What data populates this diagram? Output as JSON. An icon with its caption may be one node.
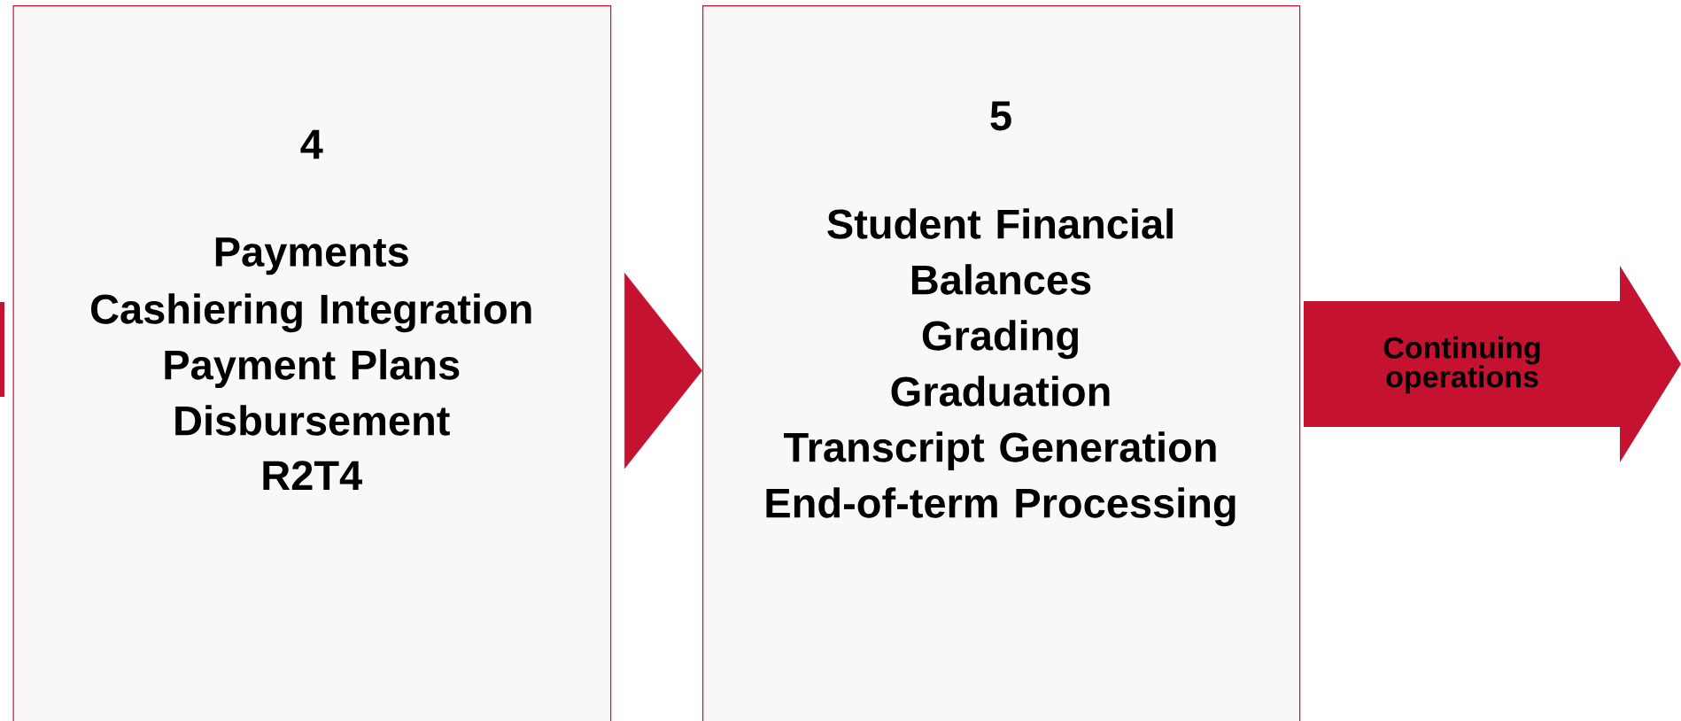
{
  "diagram": {
    "nodes": [
      {
        "text": [
          "4",
          "Payments",
          "Cashiering Integration",
          "Payment Plans",
          "Disbursement",
          "R2T4"
        ]
      },
      {
        "text": [
          "5",
          "Student Financial Balances",
          "Grading",
          "Graduation",
          "Transcript Generation",
          "End-of-term Processing"
        ]
      },
      {
        "text": [
          "Continuing operations"
        ]
      }
    ],
    "edges": [
      {
        "from": 0,
        "to": 1,
        "arrow": "to"
      }
    ]
  }
}
